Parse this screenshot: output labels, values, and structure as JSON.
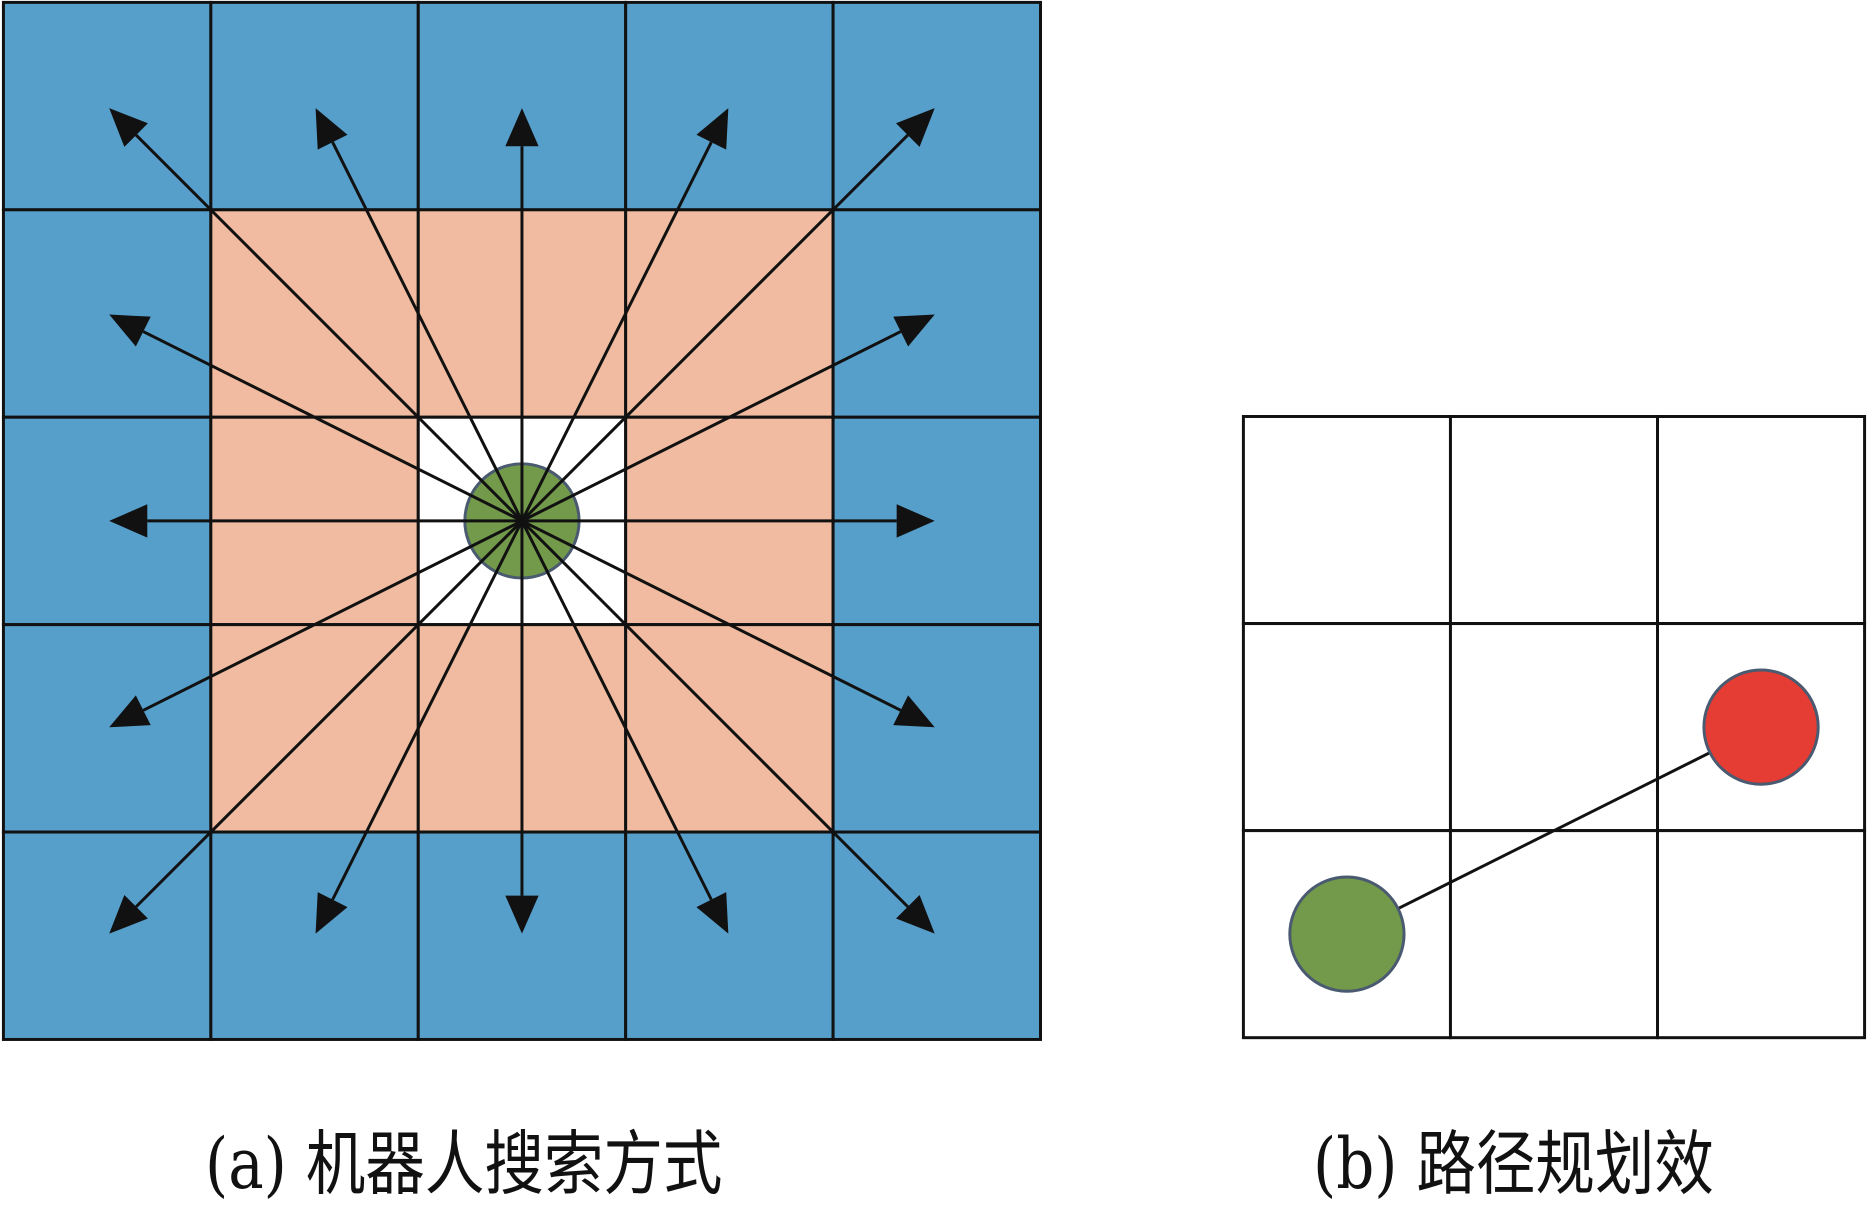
{
  "panel_a": {
    "caption": "(a) 机器人搜索方式",
    "grid_size": 5,
    "colors": {
      "outer": "#579fcb",
      "middle": "#f0bba0",
      "center": "#ffffff",
      "robot": "#73994a",
      "line": "#111111"
    },
    "arrow_targets": [
      [
        -2,
        -2
      ],
      [
        -1,
        -2
      ],
      [
        0,
        -2
      ],
      [
        1,
        -2
      ],
      [
        2,
        -2
      ],
      [
        -2,
        -1
      ],
      [
        2,
        -1
      ],
      [
        -2,
        0
      ],
      [
        2,
        0
      ],
      [
        -2,
        1
      ],
      [
        2,
        1
      ],
      [
        -2,
        2
      ],
      [
        -1,
        2
      ],
      [
        0,
        2
      ],
      [
        1,
        2
      ],
      [
        2,
        2
      ]
    ]
  },
  "panel_b": {
    "caption": "(b) 路径规划效",
    "grid_size": 3,
    "start_cell": [
      0,
      2
    ],
    "goal_cell": [
      2,
      1
    ],
    "colors": {
      "start": "#73994a",
      "goal": "#e53c33"
    }
  }
}
